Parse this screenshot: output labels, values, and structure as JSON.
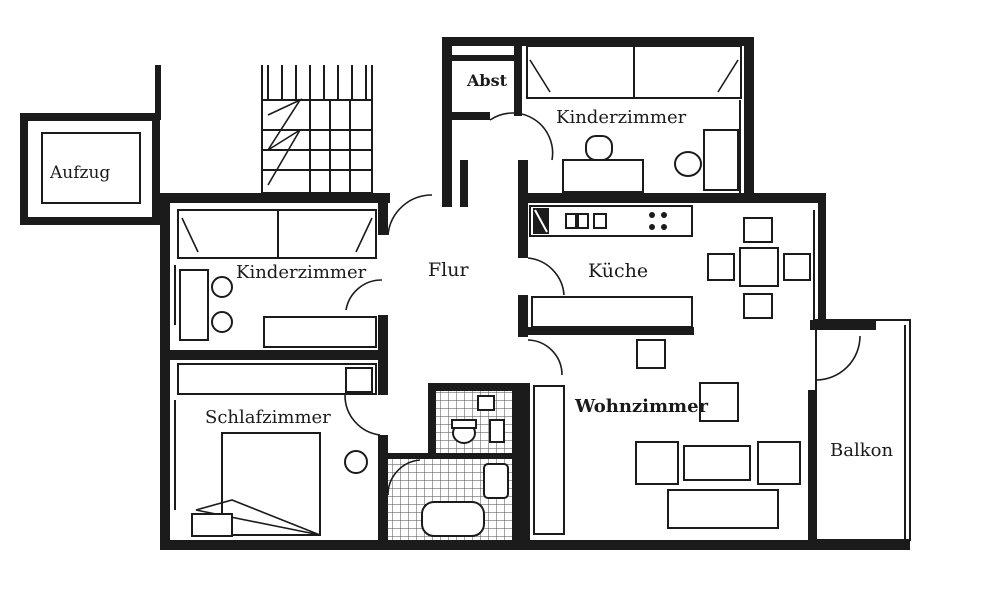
{
  "rooms": {
    "aufzug": "Aufzug",
    "abst": "Abst",
    "kinderzimmer_top": "Kinderzimmer",
    "kinderzimmer_left": "Kinderzimmer",
    "flur": "Flur",
    "kueche": "Küche",
    "schlafzimmer": "Schlafzimmer",
    "wohnzimmer": "Wohnzimmer",
    "balkon": "Balkon"
  },
  "colors": {
    "wall": "#1b1b1b",
    "background": "#ffffff",
    "tile": "#6b6b6b"
  }
}
